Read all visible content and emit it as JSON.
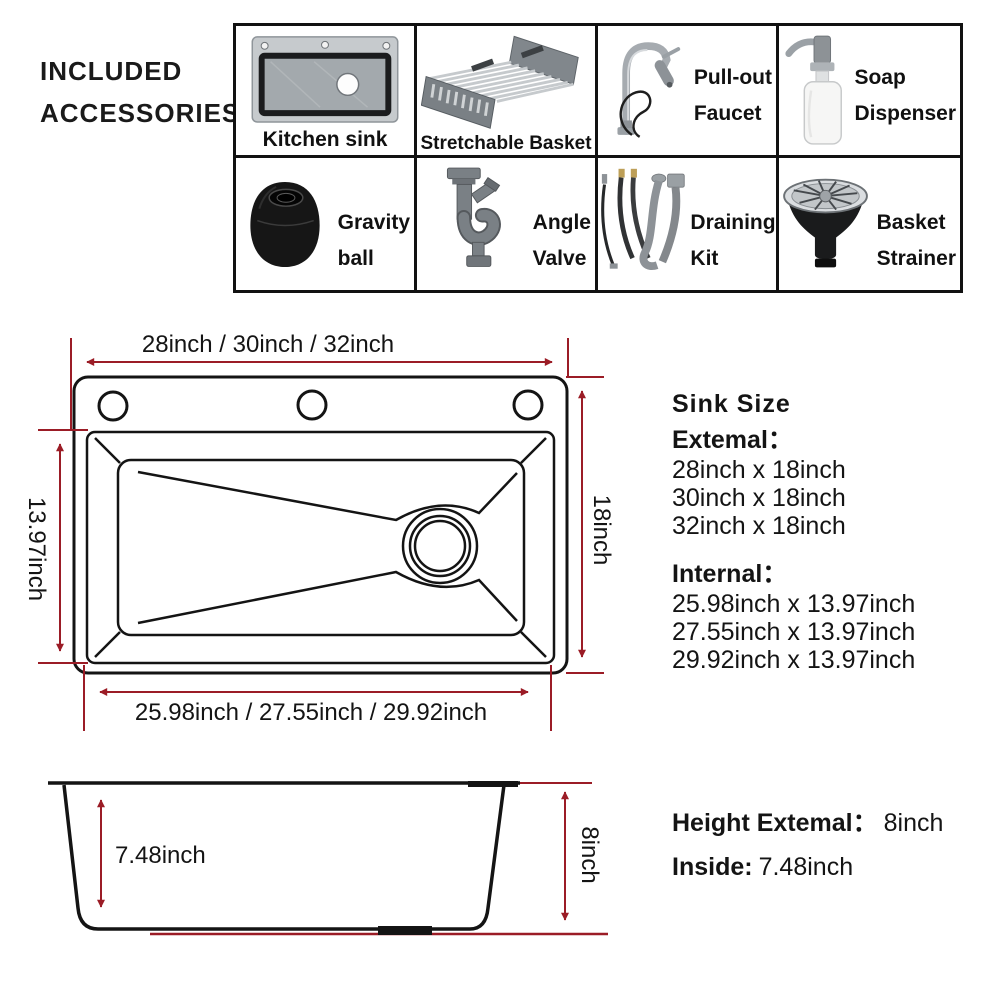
{
  "colors": {
    "dimension_red": "#9b1c26",
    "line_black": "#141414"
  },
  "header": {
    "title_line1": "INCLUDED",
    "title_line2": "ACCESSORIES"
  },
  "accessories": [
    {
      "name": "kitchen-sink",
      "label": "Kitchen sink"
    },
    {
      "name": "stretchable-basket",
      "label": "Stretchable Basket"
    },
    {
      "name": "pull-out-faucet",
      "lines": [
        "Pull-out",
        "Faucet"
      ]
    },
    {
      "name": "soap-dispenser",
      "lines": [
        "Soap",
        "Dispenser"
      ]
    },
    {
      "name": "gravity-ball",
      "lines": [
        "Gravity",
        "ball"
      ]
    },
    {
      "name": "angle-valve",
      "lines": [
        "Angle",
        "Valve"
      ]
    },
    {
      "name": "draining-kit",
      "lines": [
        "Draining",
        "Kit"
      ]
    },
    {
      "name": "basket-strainer",
      "lines": [
        "Basket",
        "Strainer"
      ]
    }
  ],
  "top_view": {
    "top_width_label": "28inch / 30inch / 32inch",
    "right_height_label": "18inch",
    "left_height_label": "13.97inch",
    "bottom_width_label": "25.98inch / 27.55inch / 29.92inch"
  },
  "side_view": {
    "inside_height_label": "7.48inch",
    "external_height_label": "8inch"
  },
  "size_info": {
    "heading": "Sink Size",
    "external_heading": "Extemal：",
    "external_sizes": [
      "28inch x 18inch",
      "30inch x 18inch",
      "32inch x 18inch"
    ],
    "internal_heading": "Internal：",
    "internal_sizes": [
      "25.98inch x 13.97inch",
      "27.55inch x 13.97inch",
      "29.92inch x 13.97inch"
    ]
  },
  "height_info": {
    "external_label": "Height Extemal：",
    "external_value": "8inch",
    "inside_label": "Inside:",
    "inside_value": "7.48inch"
  }
}
